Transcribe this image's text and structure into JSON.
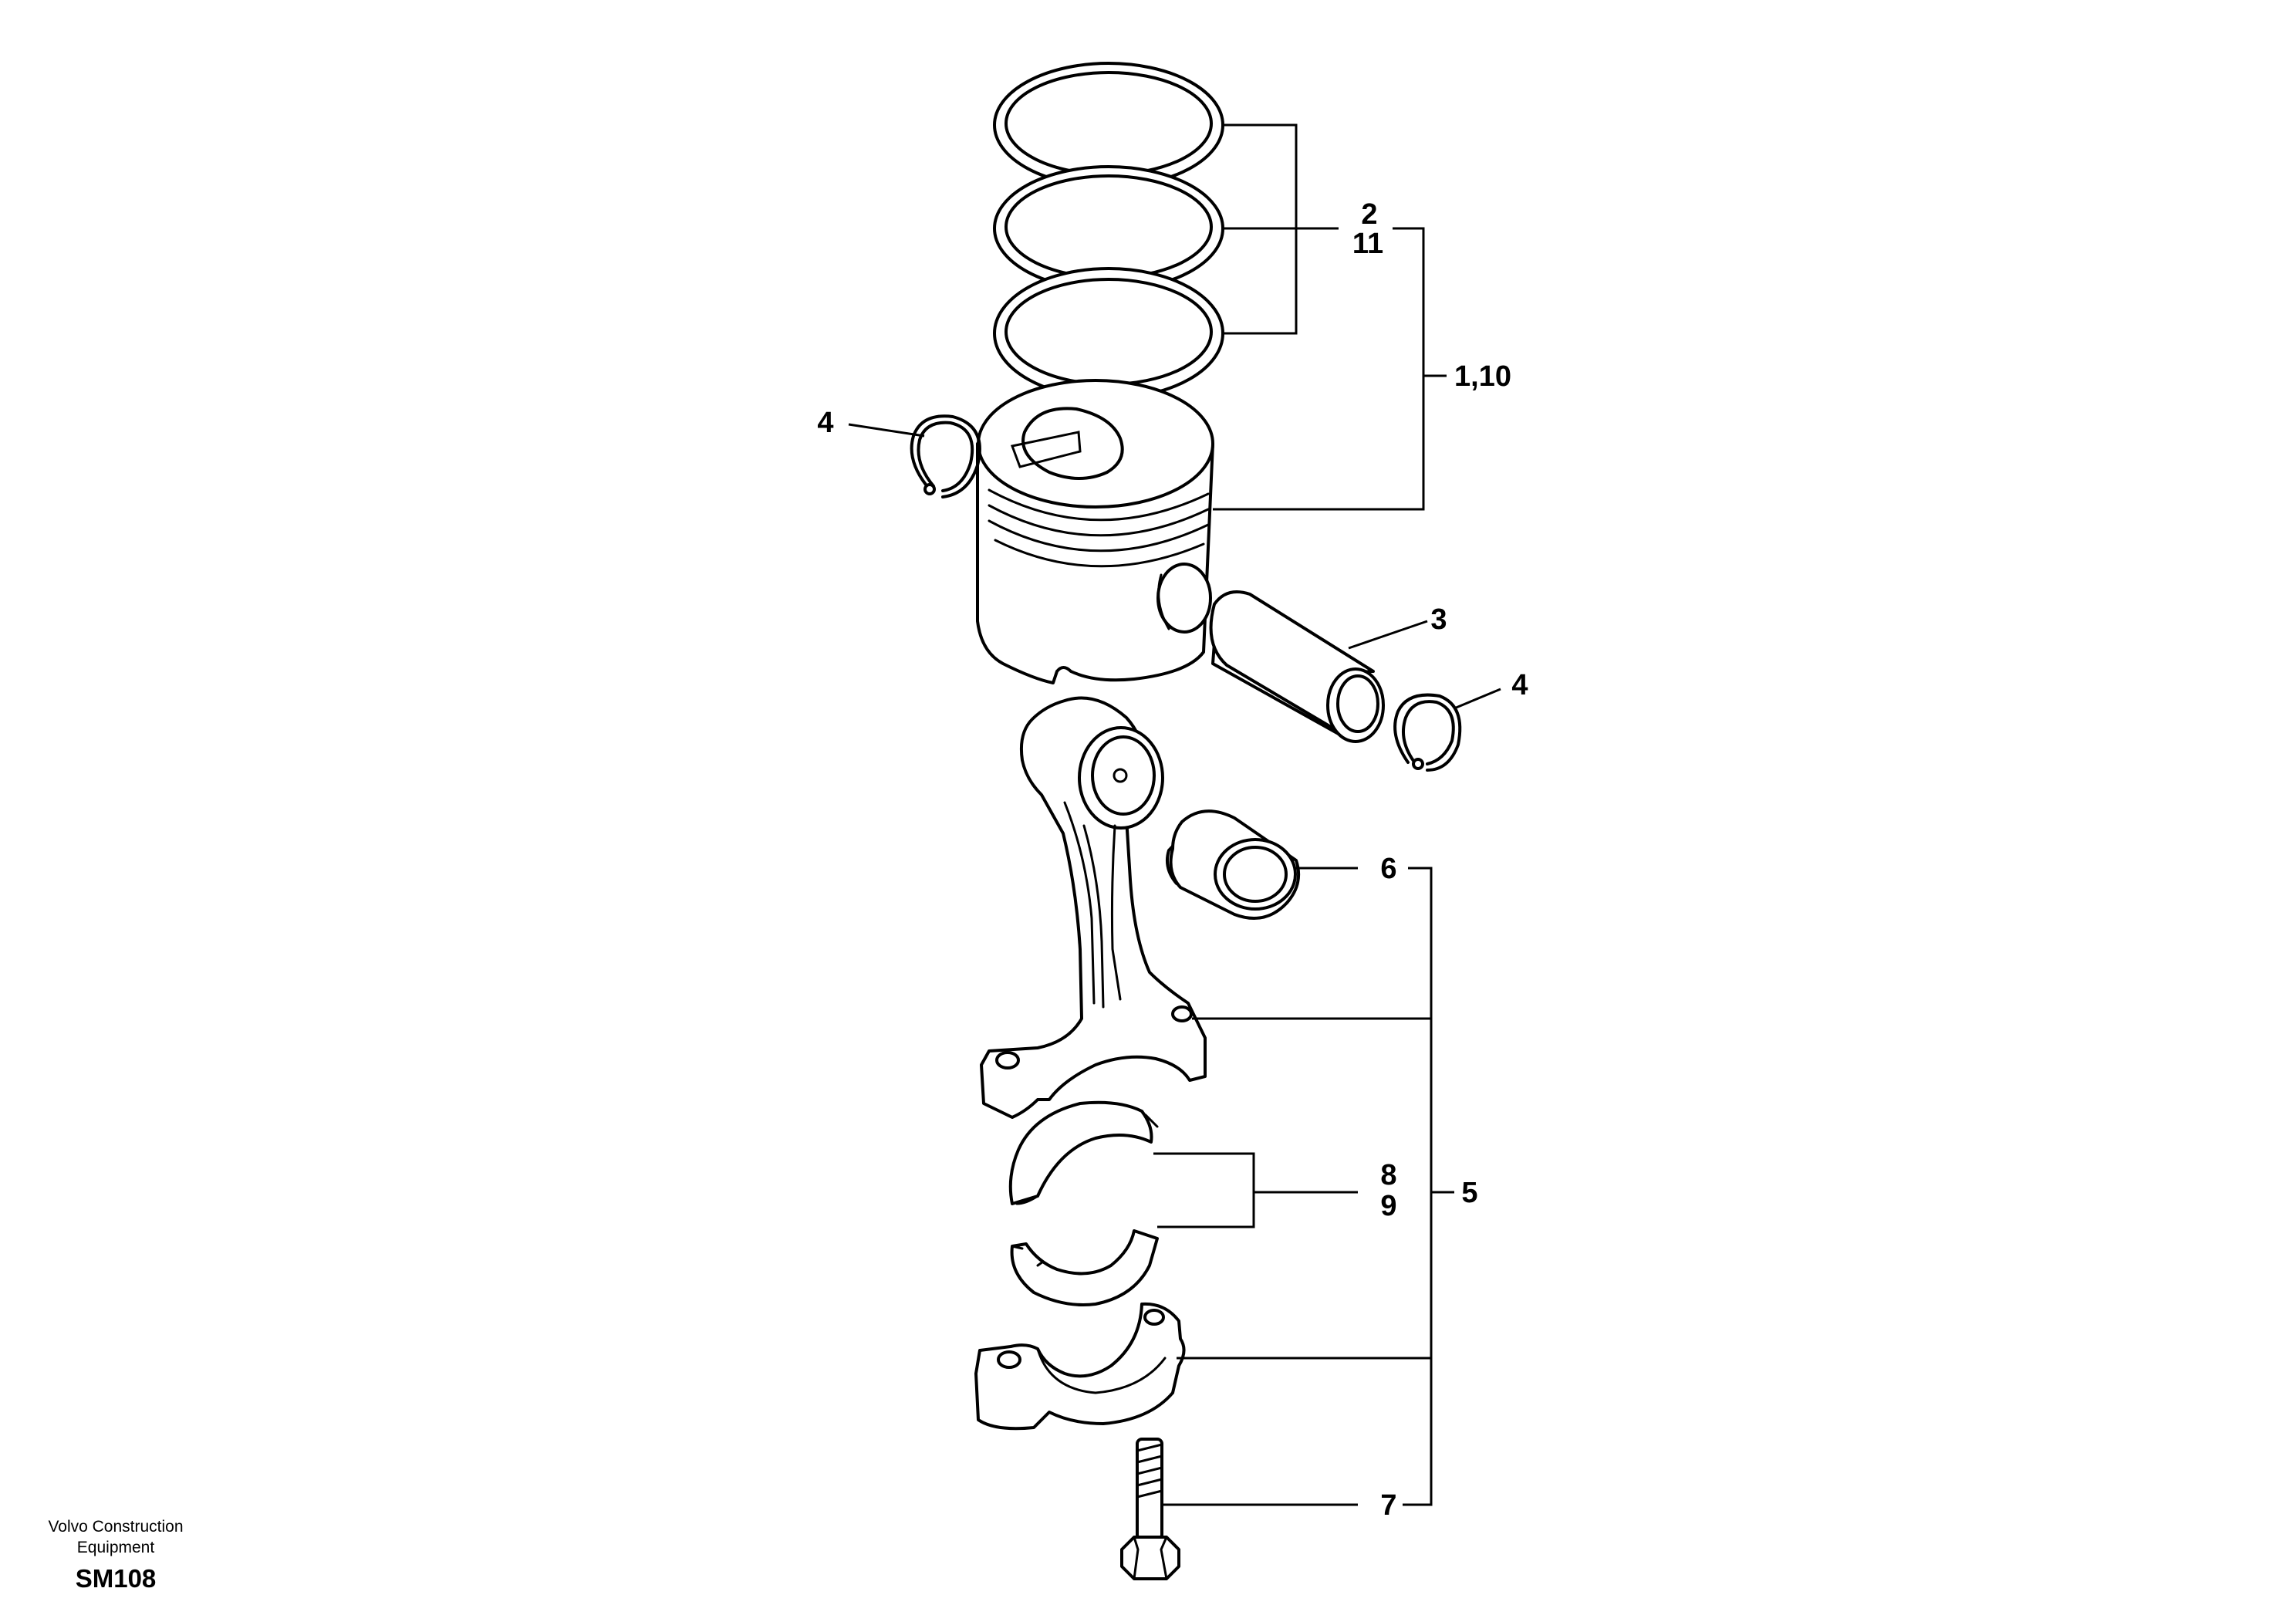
{
  "callouts": {
    "c2": "2",
    "c11": "11",
    "c1_10": "1,10",
    "c4_left": "4",
    "c3": "3",
    "c4_right": "4",
    "c6": "6",
    "c8": "8",
    "c9": "9",
    "c5": "5",
    "c7": "7"
  },
  "footer": {
    "brand_line1": "Volvo Construction",
    "brand_line2": "Equipment",
    "code": "SM108"
  }
}
